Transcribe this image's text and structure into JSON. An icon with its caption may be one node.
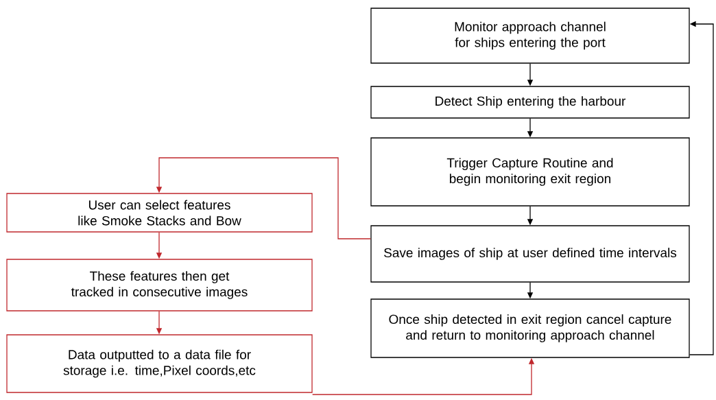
{
  "diagram": {
    "nodes": [
      {
        "text": [
          "Monitor approach channel for ships entering the port"
        ]
      },
      {
        "text": [
          "Detect Ship entering the harbour"
        ]
      },
      {
        "text": [
          "Trigger Capture Routine and begin monitoring exit region"
        ]
      },
      {
        "text": [
          "Save images of ship at user defined time intervals"
        ]
      },
      {
        "text": [
          "Once ship detected in exit region cancel capture and return to monitoring approach channel"
        ]
      },
      {
        "text": [
          "User can select features like Smoke Stacks and Bow"
        ]
      },
      {
        "text": [
          "These features then get tracked in consecutive images"
        ]
      },
      {
        "text": [
          "Data outputted to a data file for storage i.e. time,Pixel coords,etc"
        ]
      }
    ],
    "edges": [
      {
        "from": 0,
        "to": 1,
        "arrow": "to"
      },
      {
        "from": 1,
        "to": 2,
        "arrow": "to"
      },
      {
        "from": 2,
        "to": 3,
        "arrow": "to"
      },
      {
        "from": 3,
        "to": 4,
        "arrow": "to"
      },
      {
        "from": 4,
        "to": 0,
        "arrow": "to"
      },
      {
        "from": 3,
        "to": 5,
        "arrow": "to",
        "color": "#c0282d"
      },
      {
        "from": 5,
        "to": 6,
        "arrow": "to",
        "color": "#c0282d"
      },
      {
        "from": 6,
        "to": 7,
        "arrow": "to",
        "color": "#c0282d"
      },
      {
        "from": 7,
        "to": 4,
        "arrow": "to",
        "color": "#c0282d"
      }
    ]
  }
}
